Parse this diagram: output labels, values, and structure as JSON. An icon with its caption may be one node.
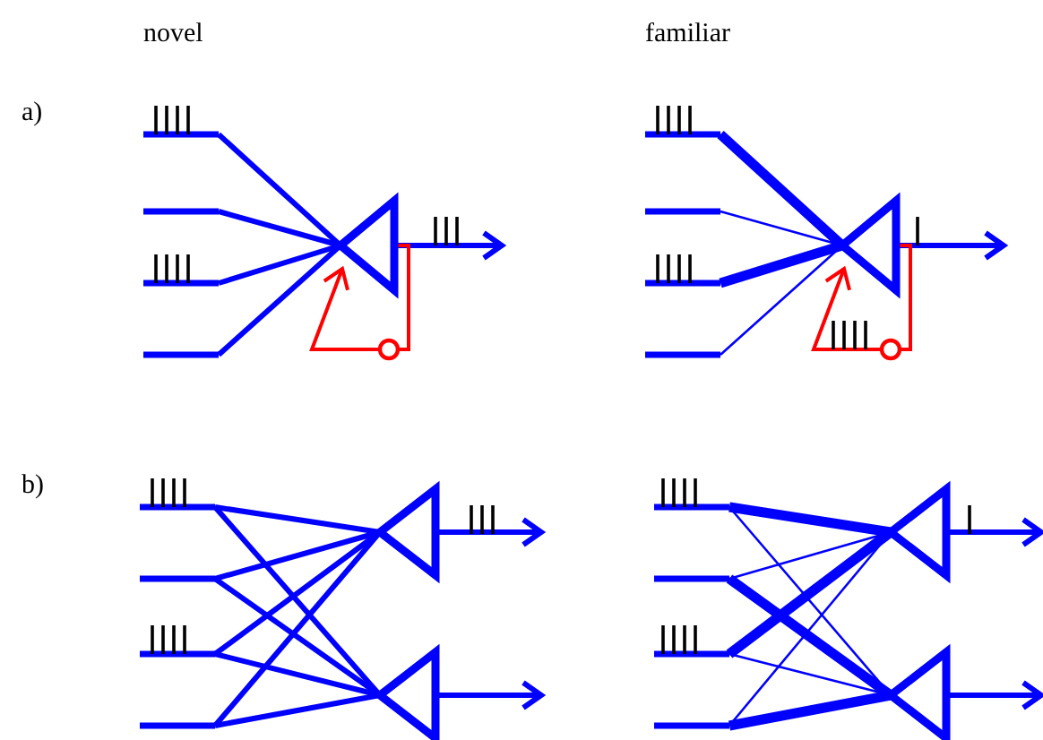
{
  "diagram": {
    "nodes": [
      {
        "text": [],
        "shape": "triangle"
      },
      {
        "text": [],
        "shape": "circle"
      },
      {
        "text": [],
        "shape": "triangle"
      },
      {
        "text": [],
        "shape": "circle"
      },
      {
        "text": [],
        "shape": "triangle"
      },
      {
        "text": [],
        "shape": "triangle"
      },
      {
        "text": [],
        "shape": "triangle"
      },
      {
        "text": [],
        "shape": "triangle"
      }
    ],
    "edges": [
      {
        "from": null,
        "to": 0,
        "arrow": "none"
      },
      {
        "from": null,
        "to": 0,
        "arrow": "none"
      },
      {
        "from": null,
        "to": 0,
        "arrow": "none"
      },
      {
        "from": null,
        "to": 0,
        "arrow": "none"
      },
      {
        "from": 0,
        "to": null,
        "arrow": "to"
      },
      {
        "from": 0,
        "to": 1,
        "arrow": "none",
        "color": "#ff0000"
      },
      {
        "from": 1,
        "to": 0,
        "arrow": "to",
        "color": "#ff0000"
      },
      {
        "from": null,
        "to": 2,
        "arrow": "none",
        "style": "thick"
      },
      {
        "from": null,
        "to": 2,
        "arrow": "none"
      },
      {
        "from": null,
        "to": 2,
        "arrow": "none",
        "style": "thick"
      },
      {
        "from": null,
        "to": 2,
        "arrow": "none"
      },
      {
        "from": 2,
        "to": null,
        "arrow": "to"
      },
      {
        "from": 2,
        "to": 3,
        "arrow": "none",
        "color": "#ff0000"
      },
      {
        "from": 3,
        "to": 2,
        "arrow": "to",
        "color": "#ff0000"
      },
      {
        "from": null,
        "to": 4,
        "arrow": "none"
      },
      {
        "from": null,
        "to": 5,
        "arrow": "none"
      },
      {
        "from": null,
        "to": 4,
        "arrow": "none"
      },
      {
        "from": null,
        "to": 5,
        "arrow": "none"
      },
      {
        "from": null,
        "to": 4,
        "arrow": "none"
      },
      {
        "from": null,
        "to": 5,
        "arrow": "none"
      },
      {
        "from": null,
        "to": 4,
        "arrow": "none"
      },
      {
        "from": null,
        "to": 5,
        "arrow": "none"
      },
      {
        "from": 4,
        "to": null,
        "arrow": "to"
      },
      {
        "from": 5,
        "to": null,
        "arrow": "to"
      },
      {
        "from": null,
        "to": 6,
        "arrow": "none",
        "style": "thick"
      },
      {
        "from": null,
        "to": 7,
        "arrow": "none"
      },
      {
        "from": null,
        "to": 6,
        "arrow": "none"
      },
      {
        "from": null,
        "to": 7,
        "arrow": "none",
        "style": "thick"
      },
      {
        "from": null,
        "to": 6,
        "arrow": "none",
        "style": "thick"
      },
      {
        "from": null,
        "to": 7,
        "arrow": "none"
      },
      {
        "from": null,
        "to": 6,
        "arrow": "none"
      },
      {
        "from": null,
        "to": 7,
        "arrow": "none",
        "style": "thick"
      },
      {
        "from": 6,
        "to": null,
        "arrow": "to"
      },
      {
        "from": 7,
        "to": null,
        "arrow": "to"
      }
    ],
    "labels": [
      "novel",
      "familiar",
      "a)",
      "b)"
    ]
  }
}
